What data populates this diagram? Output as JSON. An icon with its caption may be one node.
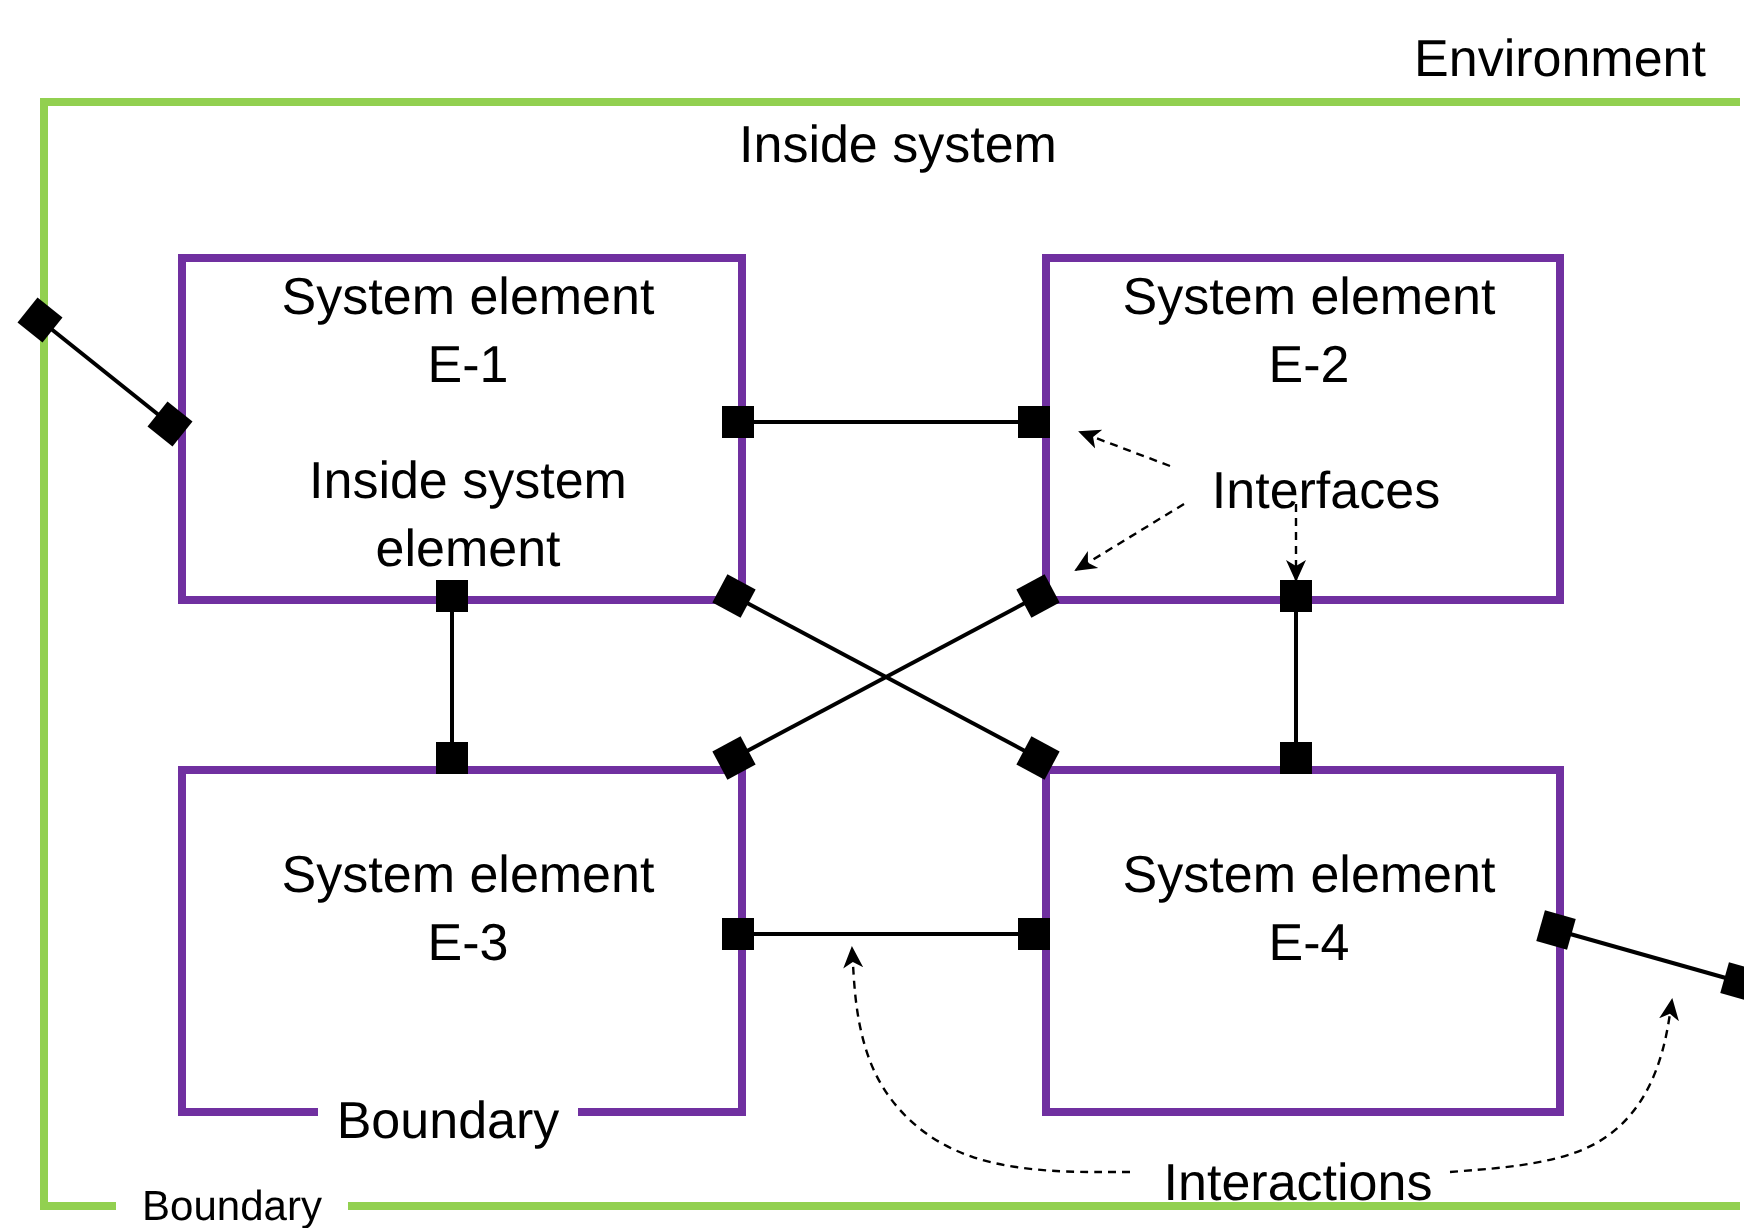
{
  "diagram": {
    "nodes": [
      {
        "text": [
          "Inside system",
          "Boundary"
        ]
      },
      {
        "text": [
          "System element E-1",
          "Inside system element"
        ],
        "in": 0
      },
      {
        "text": [
          "System element E-2"
        ],
        "in": 0
      },
      {
        "text": [
          "Interfaces"
        ],
        "in": 2
      },
      {
        "text": [
          "System element E-3",
          "Boundary"
        ],
        "in": 0
      },
      {
        "text": [
          "System element E-4"
        ],
        "in": 0
      },
      {
        "text": [
          "Interactions"
        ],
        "in": 0
      }
    ],
    "edges": [
      {
        "from": 0,
        "to": 1,
        "arrow": "other"
      },
      {
        "from": 1,
        "to": 2,
        "arrow": "other"
      },
      {
        "from": 1,
        "to": 4,
        "arrow": "other"
      },
      {
        "from": 1,
        "to": 5,
        "arrow": "other"
      },
      {
        "from": 2,
        "to": 4,
        "arrow": "other"
      },
      {
        "from": 2,
        "to": 5,
        "arrow": "other"
      },
      {
        "from": 4,
        "to": 5,
        "arrow": "other"
      },
      {
        "from": 5,
        "to": 0,
        "arrow": "other"
      },
      {
        "from": 3,
        "to": null,
        "arrow": "to",
        "style": "dashed"
      },
      {
        "from": 3,
        "to": null,
        "arrow": "to",
        "style": "dashed"
      },
      {
        "from": 3,
        "to": null,
        "arrow": "to",
        "style": "dashed"
      },
      {
        "from": 6,
        "to": null,
        "arrow": "to",
        "style": "dashed"
      },
      {
        "from": 6,
        "to": null,
        "arrow": "to",
        "style": "dashed"
      }
    ],
    "labels": [
      "Environment"
    ]
  }
}
